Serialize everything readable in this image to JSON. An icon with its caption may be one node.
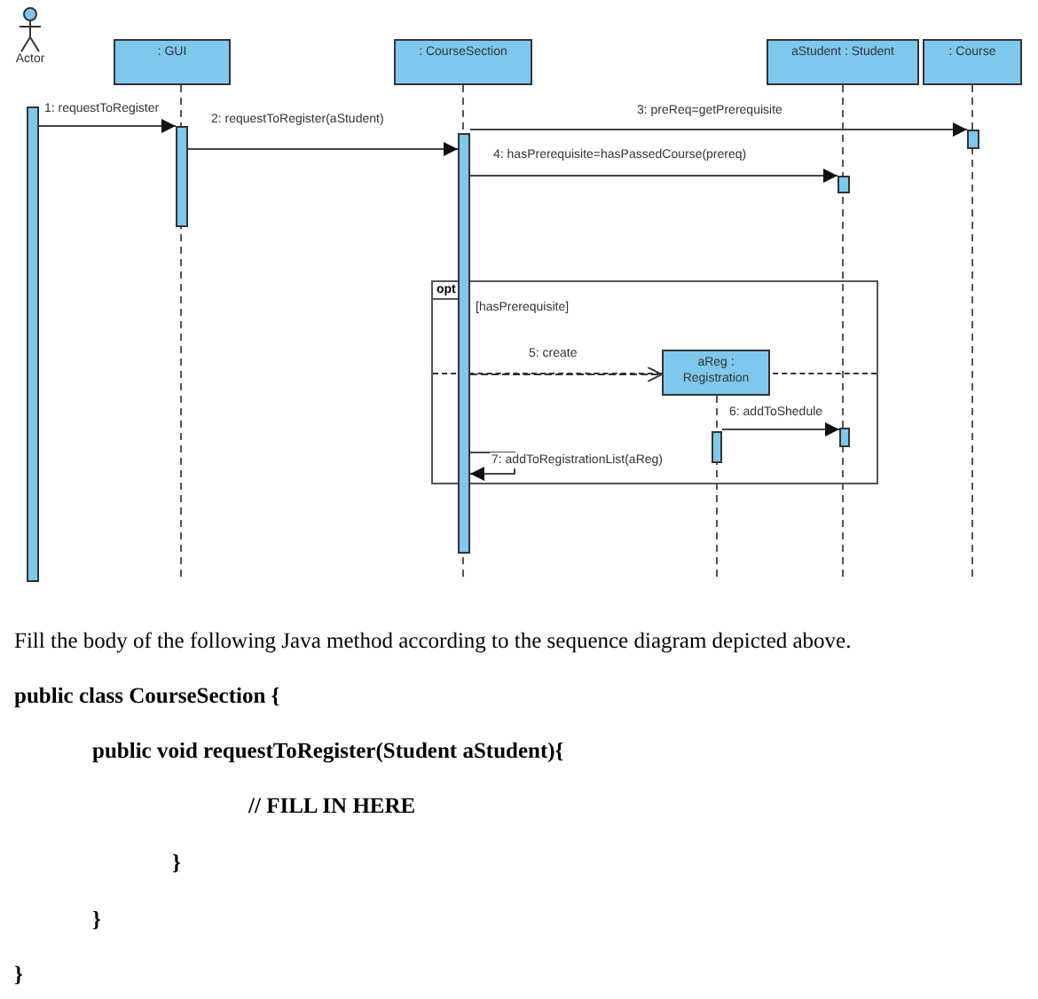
{
  "diagram": {
    "nodes": [
      {
        "text": [
          "Actor"
        ]
      },
      {
        "text": [
          ": GUI"
        ]
      },
      {
        "text": [
          ": CourseSection"
        ]
      },
      {
        "text": [
          "aStudent : Student"
        ]
      },
      {
        "text": [
          ": Course"
        ]
      },
      {
        "text": [
          "opt",
          "[hasPrerequisite]"
        ]
      },
      {
        "text": [
          "aReg : Registration"
        ],
        "in": 5
      },
      {
        "text": [],
        "shape": "bar"
      },
      {
        "text": [],
        "shape": "bar"
      },
      {
        "text": [],
        "shape": "bar"
      },
      {
        "text": [],
        "shape": "bar"
      },
      {
        "text": [],
        "shape": "bar"
      },
      {
        "text": [],
        "shape": "bar",
        "in": 5
      },
      {
        "text": [],
        "shape": "bar",
        "in": 5
      }
    ],
    "edges": [
      {
        "from": 7,
        "to": 8,
        "arrow": "to",
        "label": "1: requestToRegister"
      },
      {
        "from": 8,
        "to": 9,
        "arrow": "to",
        "label": "2: requestToRegister(aStudent)"
      },
      {
        "from": 9,
        "to": 10,
        "arrow": "to",
        "label": "3: preReq=getPrerequisite"
      },
      {
        "from": 9,
        "to": 11,
        "arrow": "to",
        "label": "4: hasPrerequisite=hasPassedCourse(prereq)"
      },
      {
        "from": 9,
        "to": 6,
        "arrow": "to",
        "label": "5: create",
        "style": "dashed"
      },
      {
        "from": 12,
        "to": 13,
        "arrow": "to",
        "label": "6: addToShedule"
      },
      {
        "from": 9,
        "to": 9,
        "arrow": "to",
        "label": "7: addToRegistrationList(aReg)"
      }
    ],
    "labels": [
      "Fill the body of the following Java method according to the sequence diagram depicted above.",
      "public class CourseSection {",
      "public void requestToRegister(Student aStudent){",
      "// FILL IN HERE",
      "}",
      "}",
      "}"
    ]
  }
}
